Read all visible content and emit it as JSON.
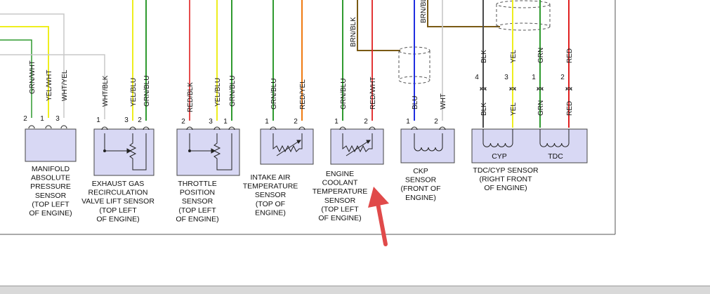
{
  "colors": {
    "GRN": "#2f9a2f",
    "YEL": "#eeee1e",
    "WHT": "#c8c8c8",
    "BLK": "#4a4a4a",
    "BLU": "#1f2ee0",
    "RED": "#e02020",
    "ORN": "#f07a10",
    "BRN": "#7a5a14",
    "arrow": "#e04a4a",
    "box": "#d8d8f4"
  },
  "components": [
    {
      "id": "manifold-absolute-pressure-sensor",
      "pins": [
        {
          "num": "2",
          "wire": "GRN/WHT",
          "colors": [
            "GRN",
            "WHT"
          ]
        },
        {
          "num": "1",
          "wire": "YEL/WHT",
          "colors": [
            "YEL",
            "WHT"
          ]
        },
        {
          "num": "3",
          "wire": "WHT/YEL",
          "colors": [
            "WHT",
            "YEL"
          ]
        }
      ],
      "caption": [
        "MANIFOLD",
        "ABSOLUTE",
        "PRESSURE",
        "SENSOR",
        "(TOP LEFT",
        "OF ENGINE)"
      ]
    },
    {
      "id": "egr-valve-lift-sensor",
      "pins": [
        {
          "num": "1",
          "wire": "WHT/BLK",
          "colors": [
            "WHT",
            "BLK"
          ]
        },
        {
          "num": "3",
          "wire": "YEL/BLU",
          "colors": [
            "YEL",
            "BLU"
          ]
        },
        {
          "num": "2",
          "wire": "GRN/BLU",
          "colors": [
            "GRN",
            "BLU"
          ]
        }
      ],
      "caption": [
        "EXHAUST GAS",
        "RECIRCULATION",
        "VALVE LIFT SENSOR",
        "(TOP LEFT",
        "OF ENGINE)"
      ]
    },
    {
      "id": "throttle-position-sensor",
      "pins": [
        {
          "num": "2",
          "wire": "RED/BLK",
          "colors": [
            "RED",
            "BLK"
          ]
        },
        {
          "num": "3",
          "wire": "YEL/BLU",
          "colors": [
            "YEL",
            "BLU"
          ]
        },
        {
          "num": "1",
          "wire": "GRN/BLU",
          "colors": [
            "GRN",
            "BLU"
          ]
        }
      ],
      "caption": [
        "THROTTLE",
        "POSITION",
        "SENSOR",
        "(TOP LEFT",
        "OF ENGINE)"
      ]
    },
    {
      "id": "intake-air-temperature-sensor",
      "pins": [
        {
          "num": "1",
          "wire": "GRN/BLU",
          "colors": [
            "GRN",
            "BLU"
          ]
        },
        {
          "num": "2",
          "wire": "RED/YEL",
          "colors": [
            "RED",
            "YEL"
          ]
        }
      ],
      "caption": [
        "INTAKE AIR",
        "TEMPERATURE",
        "SENSOR",
        "(TOP OF",
        "ENGINE)"
      ]
    },
    {
      "id": "engine-coolant-temperature-sensor",
      "pins": [
        {
          "num": "1",
          "wire": "GRN/BLU",
          "colors": [
            "GRN",
            "BLU"
          ]
        },
        {
          "num": "2",
          "wire": "RED/WHT",
          "colors": [
            "RED",
            "WHT"
          ]
        }
      ],
      "caption": [
        "ENGINE",
        "COOLANT",
        "TEMPERATURE",
        "SENSOR",
        "(TOP LEFT",
        "OF ENGINE)"
      ]
    },
    {
      "id": "ckp-sensor",
      "pins": [
        {
          "num": "1",
          "wire": "BLU",
          "colors": [
            "BLU"
          ]
        },
        {
          "num": "2",
          "wire": "WHT",
          "colors": [
            "WHT"
          ]
        }
      ],
      "caption": [
        "CKP",
        "SENSOR",
        "(FRONT OF",
        "ENGINE)"
      ]
    },
    {
      "id": "tdc-cyp-sensor",
      "pins": [
        {
          "num": "4",
          "wire": "BLK",
          "colors": [
            "BLK"
          ]
        },
        {
          "num": "3",
          "wire": "YEL",
          "colors": [
            "YEL"
          ]
        },
        {
          "num": "1",
          "wire": "GRN",
          "colors": [
            "GRN"
          ]
        },
        {
          "num": "2",
          "wire": "RED",
          "colors": [
            "RED"
          ]
        }
      ],
      "caption": [
        "TDC/CYP SENSOR",
        "(RIGHT FRONT",
        "OF ENGINE)"
      ],
      "inner": [
        "CYP",
        "TDC"
      ]
    }
  ],
  "shield_wires": [
    "BRN/BLK",
    "BRN/BLK"
  ]
}
